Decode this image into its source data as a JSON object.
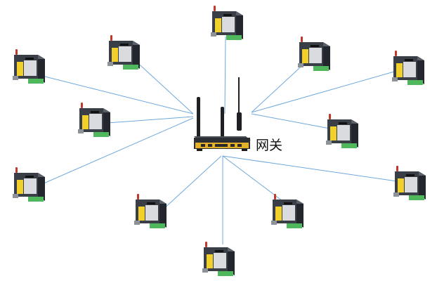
{
  "diagram": {
    "gateway_label": "网关",
    "colors": {
      "link": "#6fa8dc",
      "device_body": "#3a3f47",
      "device_side": "#23272d",
      "device_top": "#5a606a",
      "device_sticker": "#f2d02c",
      "device_panel": "#d9dbdf",
      "device_terminal": "#4fb85c",
      "antenna_tip": "#c0392b",
      "gateway_body": "#2b2e33",
      "gateway_front": "#e3b12a",
      "gateway_antenna": "#1e2023"
    },
    "gateway_icon": "router-gateway-icon",
    "device_icon": "industrial-modem-icon",
    "devices": [
      {
        "id": "top-center"
      },
      {
        "id": "upper-left"
      },
      {
        "id": "far-left-top"
      },
      {
        "id": "mid-left"
      },
      {
        "id": "lower-left"
      },
      {
        "id": "bottom-left"
      },
      {
        "id": "bottom-center"
      },
      {
        "id": "bottom-right-inner"
      },
      {
        "id": "far-right-lower"
      },
      {
        "id": "mid-right"
      },
      {
        "id": "upper-right"
      },
      {
        "id": "far-right-top"
      }
    ]
  }
}
